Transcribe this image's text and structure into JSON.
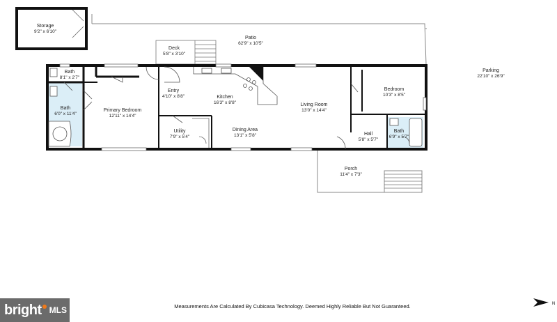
{
  "rooms": {
    "storage": {
      "name": "Storage",
      "dims": "9'2\" x 6'10\""
    },
    "patio": {
      "name": "Patio",
      "dims": "62'9\" x 10'5\""
    },
    "deck": {
      "name": "Deck",
      "dims": "5'8\" x 3'10\""
    },
    "parking": {
      "name": "Parking",
      "dims": "22'10\" x 26'9\""
    },
    "bath_top": {
      "name": "Bath",
      "dims": "8'1\" x 2'7\""
    },
    "bath_main": {
      "name": "Bath",
      "dims": "6'0\" x 11'4\""
    },
    "primary": {
      "name": "Primary Bedroom",
      "dims": "12'11\" x 14'4\""
    },
    "entry": {
      "name": "Entry",
      "dims": "4'10\" x 8'8\""
    },
    "kitchen": {
      "name": "Kitchen",
      "dims": "16'3\" x 8'8\""
    },
    "living": {
      "name": "Living Room",
      "dims": "13'0\" x 14'4\""
    },
    "bedroom": {
      "name": "Bedroom",
      "dims": "10'3\" x 8'5\""
    },
    "utility": {
      "name": "Utility",
      "dims": "7'9\" x 5'4\""
    },
    "dining": {
      "name": "Dining Area",
      "dims": "13'1\" x 5'8\""
    },
    "hall": {
      "name": "Hall",
      "dims": "5'8\" x 5'7\""
    },
    "bath_small": {
      "name": "Bath",
      "dims": "6'9\" x 5'7\""
    },
    "porch": {
      "name": "Porch",
      "dims": "11'4\" x 7'3\""
    }
  },
  "disclaimer": "Measurements Are Calculated By Cubicasa Technology. Deemed Highly Reliable But Not Guaranteed.",
  "watermark": {
    "brand": "bright",
    "suffix": "MLS",
    "accent": "#f07a1a"
  },
  "compass_label": "N",
  "colors": {
    "wall": "#111111",
    "bath_fill": "#dbeef7",
    "line": "#888888"
  }
}
